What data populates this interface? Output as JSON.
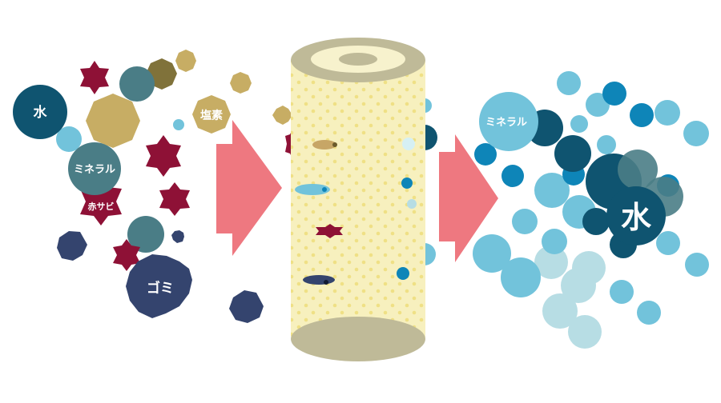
{
  "labels": {
    "water": "水",
    "mineral": "ミネラル",
    "rust": "赤サビ",
    "chlorine": "塩素",
    "dirt": "ゴミ",
    "mineral_out": "ミネラル",
    "water_out": "水"
  },
  "colors": {
    "water": "#0f5470",
    "mineral": "#4a7d86",
    "rust": "#8e1136",
    "chlorine": "#c7ad64",
    "dirt": "#34446e",
    "arrow": "#ee7880",
    "filter_body": "#f7f0be",
    "filter_cap": "#bfba98",
    "light_blue": "#72c3db",
    "pale_blue": "#b7dde4",
    "mid_blue": "#0e85b8"
  }
}
